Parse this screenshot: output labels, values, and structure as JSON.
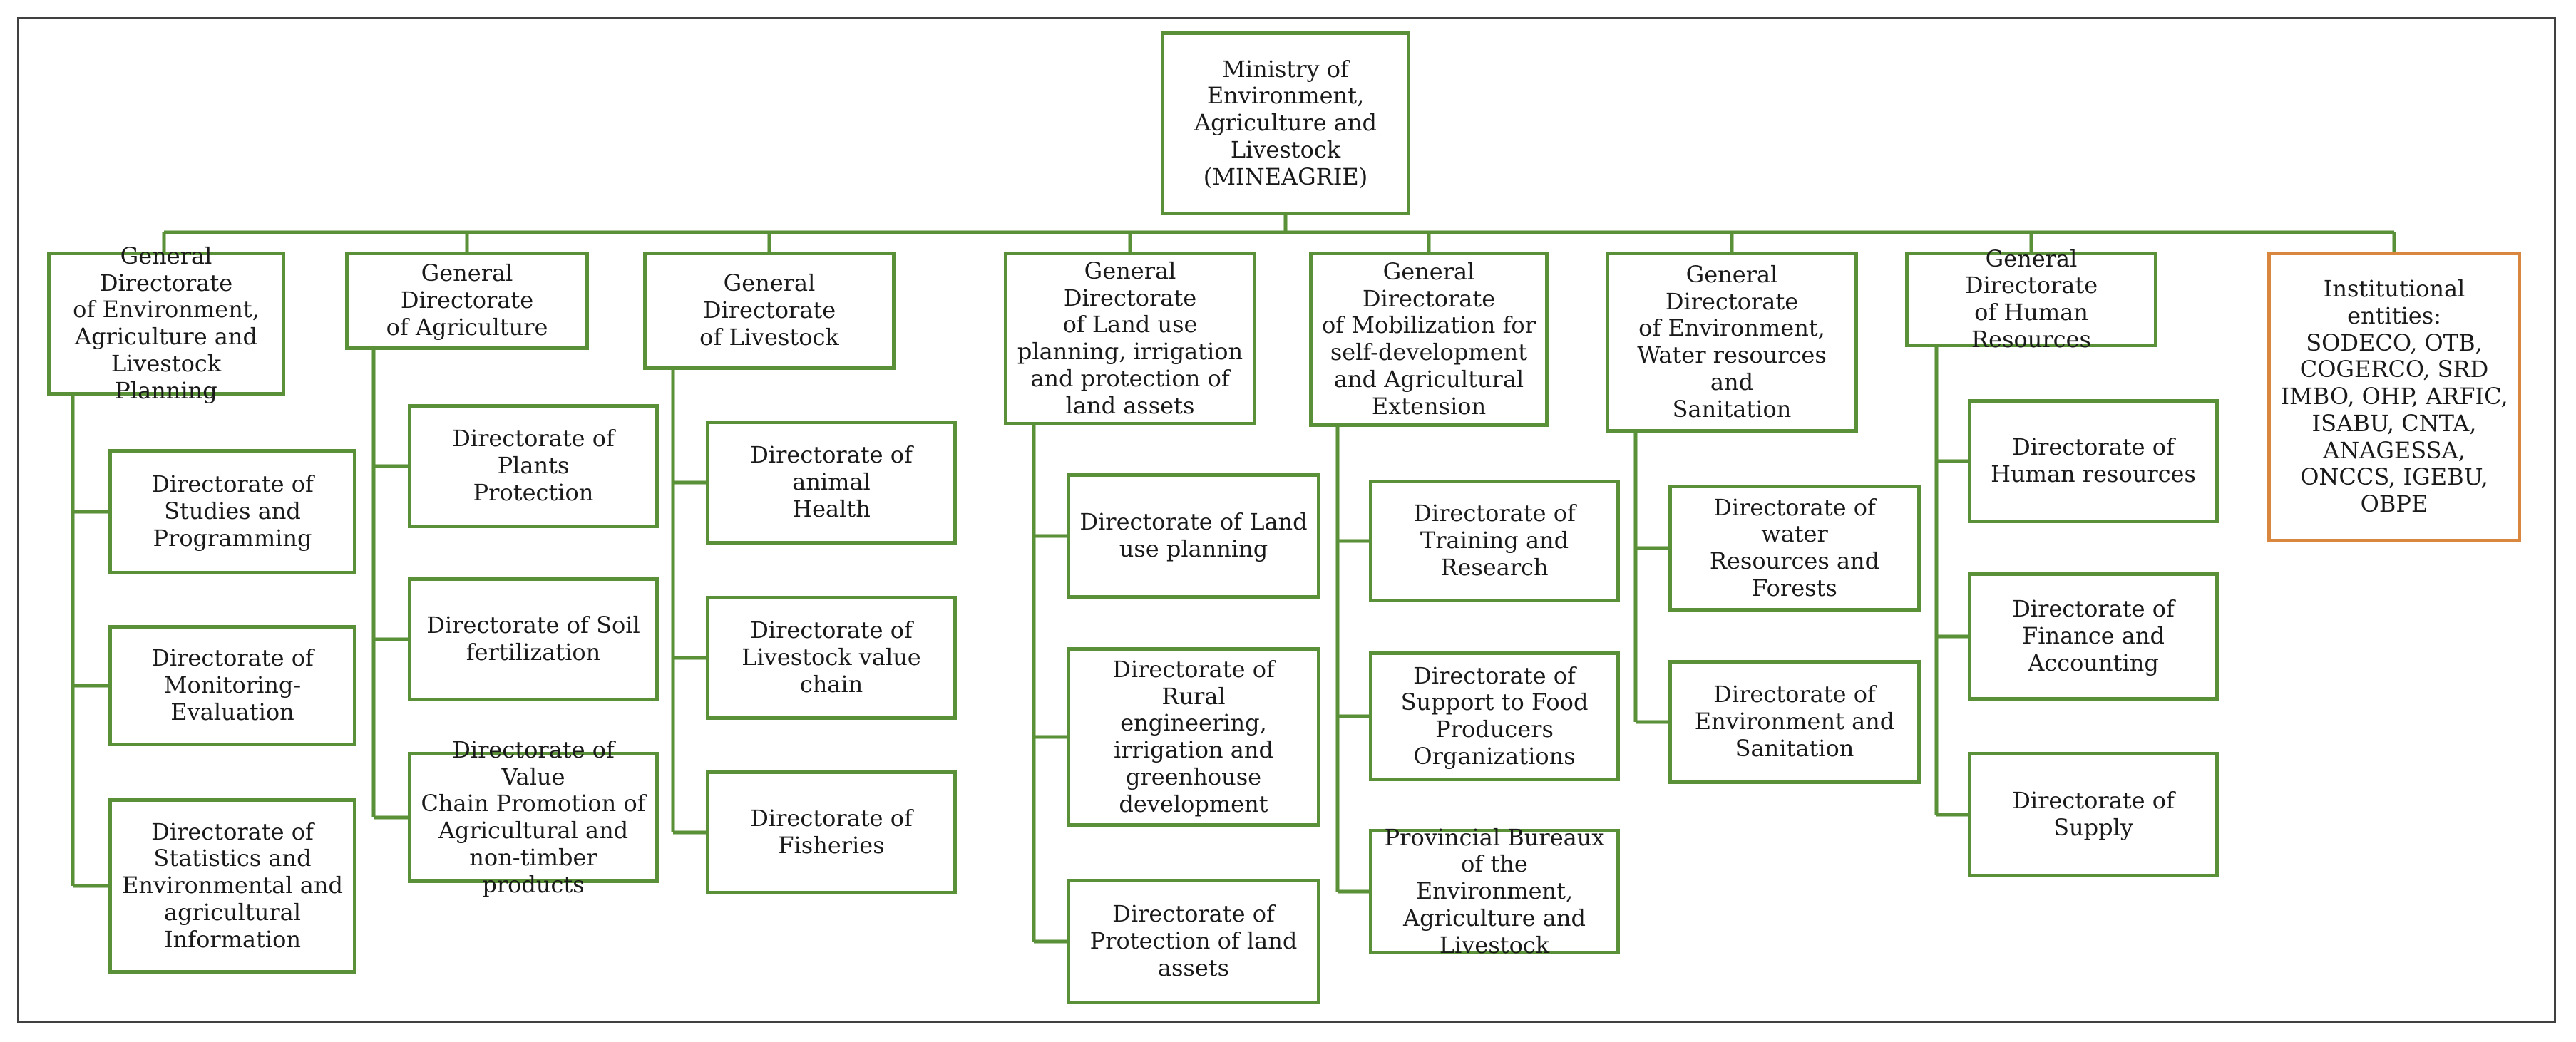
{
  "colors": {
    "box_border": "#5a9037",
    "connector": "#5a9037",
    "accent_border": "#d9873f",
    "frame": "#404040",
    "text": "#1a1a1a"
  },
  "root": "Ministry of\nEnvironment,\nAgriculture and\nLivestock\n(MINEAGRIE)",
  "columns": [
    {
      "title": "General Directorate\nof Environment,\nAgriculture and\nLivestock Planning",
      "children": [
        "Directorate of\nStudies and\nProgramming",
        "Directorate of\nMonitoring-\nEvaluation",
        "Directorate of\nStatistics and\nEnvironmental and\nagricultural\nInformation"
      ]
    },
    {
      "title": "General Directorate\nof Agriculture",
      "children": [
        "Directorate of Plants\nProtection",
        "Directorate of Soil\nfertilization",
        "Directorate of Value\nChain Promotion of\nAgricultural and\nnon-timber products"
      ]
    },
    {
      "title": "General Directorate\nof Livestock",
      "children": [
        "Directorate of animal\nHealth",
        "Directorate of\nLivestock value\nchain",
        "Directorate of\nFisheries"
      ]
    },
    {
      "title": "General Directorate\nof Land use\nplanning, irrigation\nand protection of\nland assets",
      "children": [
        "Directorate of Land\nuse planning",
        "Directorate of Rural\nengineering,\nirrigation and\ngreenhouse\ndevelopment",
        "Directorate of\nProtection of land\nassets"
      ]
    },
    {
      "title": "General Directorate\nof Mobilization for\nself-development\nand Agricultural\nExtension",
      "children": [
        "Directorate of\nTraining and\nResearch",
        "Directorate of\nSupport to Food\nProducers\nOrganizations",
        "Provincial Bureaux\nof the Environment,\nAgriculture and\nLivestock"
      ]
    },
    {
      "title": "General Directorate\nof Environment,\nWater resources and\nSanitation",
      "children": [
        "Directorate of water\nResources and\nForests",
        "Directorate of\nEnvironment and\nSanitation"
      ]
    },
    {
      "title": "General Directorate\nof Human Resources",
      "children": [
        "Directorate of\nHuman resources",
        "Directorate of\nFinance and\nAccounting",
        "Directorate of Supply"
      ]
    }
  ],
  "institutional": "Institutional entities:\nSODECO, OTB,\nCOGERCO, SRD\nIMBO, OHP, ARFIC,\nISABU, CNTA,\nANAGESSA,\nONCCS, IGEBU,\nOBPE"
}
